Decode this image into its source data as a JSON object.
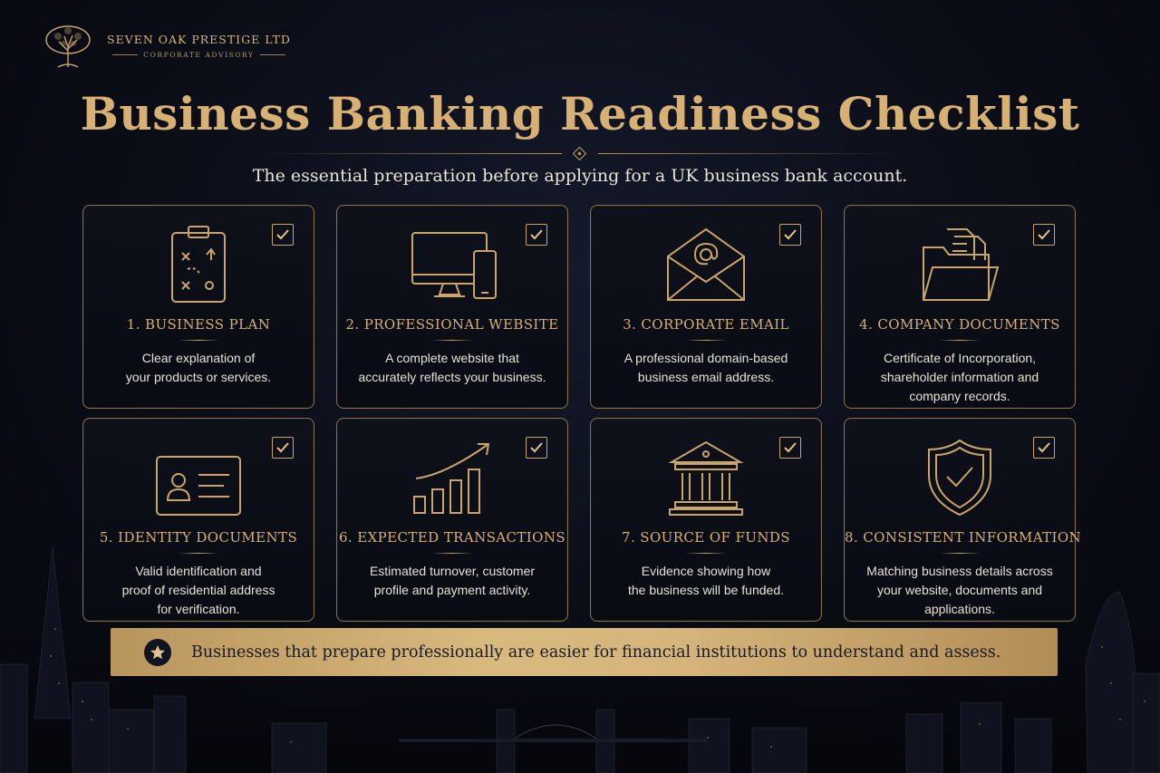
{
  "brand": {
    "name": "SEVEN OAK PRESTIGE LTD",
    "tagline": "CORPORATE ADVISORY",
    "logo_icon": "oak-tree-icon"
  },
  "title": "Business Banking Readiness Checklist",
  "subtitle": "The essential preparation before applying for a UK business bank account.",
  "colors": {
    "gold": "#d7b074",
    "background": "#0b0d17",
    "banner_gold": "#d5b57b"
  },
  "checklist": [
    {
      "title": "1. BUSINESS PLAN",
      "desc": [
        "Clear explanation of",
        "your products or services."
      ],
      "icon": "clipboard-plan-icon",
      "checked": true
    },
    {
      "title": "2. PROFESSIONAL WEBSITE",
      "desc": [
        "A complete website that",
        "accurately reflects your business."
      ],
      "icon": "monitor-mobile-icon",
      "checked": true
    },
    {
      "title": "3. CORPORATE EMAIL",
      "desc": [
        "A professional domain-based",
        "business email address."
      ],
      "icon": "envelope-at-icon",
      "checked": true
    },
    {
      "title": "4. COMPANY DOCUMENTS",
      "desc": [
        "Certificate of Incorporation,",
        "shareholder information and",
        "company records."
      ],
      "icon": "folder-documents-icon",
      "checked": true
    },
    {
      "title": "5. IDENTITY DOCUMENTS",
      "desc": [
        "Valid identification and",
        "proof of residential address",
        "for verification."
      ],
      "icon": "id-card-icon",
      "checked": true
    },
    {
      "title": "6. EXPECTED TRANSACTIONS",
      "desc": [
        "Estimated turnover, customer",
        "profile and payment activity."
      ],
      "icon": "growth-chart-icon",
      "checked": true
    },
    {
      "title": "7. SOURCE OF FUNDS",
      "desc": [
        "Evidence showing how",
        "the business will be funded."
      ],
      "icon": "bank-building-icon",
      "checked": true
    },
    {
      "title": "8. CONSISTENT INFORMATION",
      "desc": [
        "Matching business details across",
        "your website, documents and",
        "applications."
      ],
      "icon": "shield-check-icon",
      "checked": true
    }
  ],
  "banner": {
    "text": "Businesses that prepare professionally are easier for financial institutions to understand and assess.",
    "icon": "star-icon"
  }
}
